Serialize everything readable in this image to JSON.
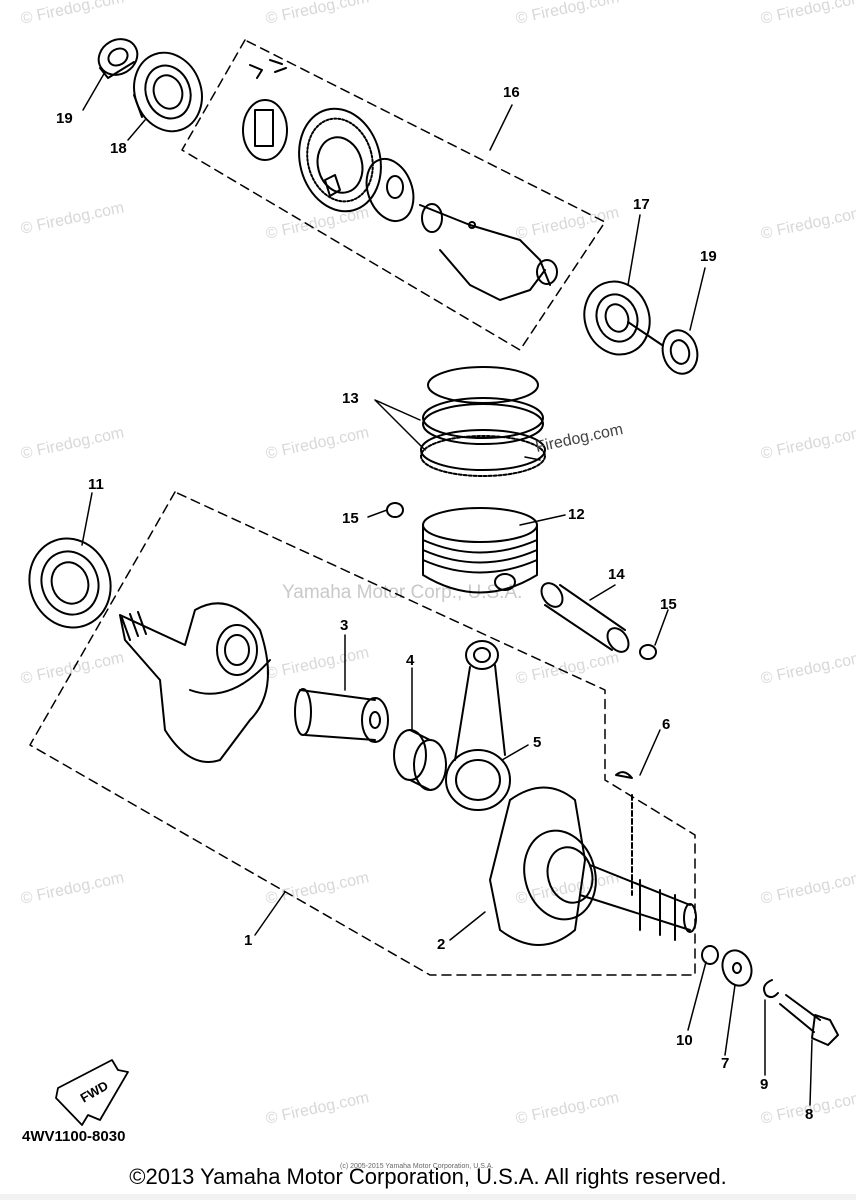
{
  "watermark_text": "© Firedog.com",
  "diagram": {
    "code": "4WV1100-8030",
    "corp_watermark": "Yamaha Motor Corp., U.S.A.",
    "mid_watermark": "Firedog.com",
    "fwd_label": "FWD",
    "callouts": {
      "c1": "1",
      "c2": "2",
      "c3": "3",
      "c4": "4",
      "c5": "5",
      "c6": "6",
      "c7": "7",
      "c8": "8",
      "c9": "9",
      "c10": "10",
      "c11": "11",
      "c12": "12",
      "c13": "13",
      "c14": "14",
      "c15a": "15",
      "c15b": "15",
      "c16": "16",
      "c17": "17",
      "c18": "18",
      "c19a": "19",
      "c19b": "19"
    }
  },
  "footer": {
    "tiny_notice": "(c) 2005-2015 Yamaha Motor Corporation, U.S.A.",
    "copyright": "©2013 Yamaha Motor Corporation, U.S.A. All rights reserved."
  }
}
